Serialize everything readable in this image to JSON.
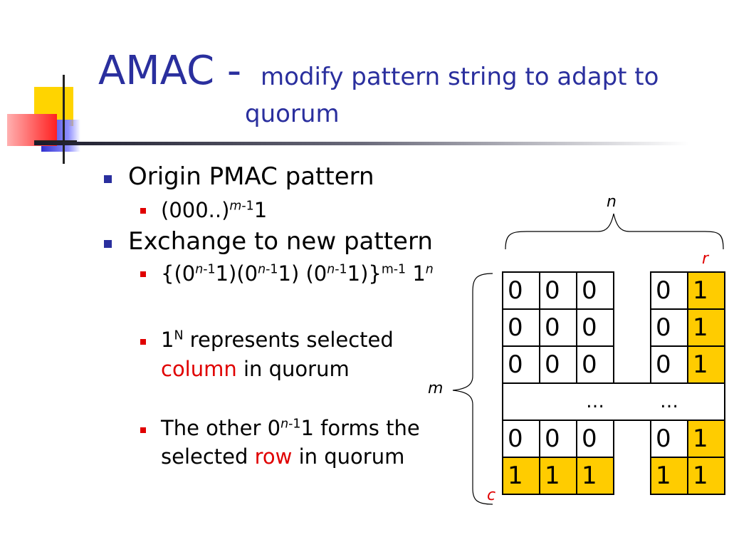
{
  "title": {
    "main": "AMAC -",
    "sub_line1": "modify pattern string to adapt to",
    "sub_line2": "quorum"
  },
  "bullets": {
    "b1": "Origin PMAC pattern",
    "b1_sub": {
      "prefix": "(000..)",
      "sup_var": "m",
      "sup_rest": "-1",
      "suffix": "1"
    },
    "b2": "Exchange to new pattern",
    "b2_sub": {
      "p1": "{(0",
      "s1_var": "n",
      "s1_rest": "-1",
      "p2": "1)(0",
      "s2_var": "n",
      "s2_rest": "-1",
      "p3": "1) (0",
      "s3_var": "n",
      "s3_rest": "-1",
      "p4": "1)}",
      "s4": "m-1",
      "p5": " 1",
      "s5_var": "n"
    },
    "b3": {
      "p1": "1",
      "sup": "N",
      "p2": " represents selected",
      "line2_red": "column",
      "line2_rest": " in quorum"
    },
    "b4": {
      "p1": "The other 0",
      "sup_var": "n",
      "sup_rest": "-1",
      "p2": "1 forms the",
      "line2_p1": "selected ",
      "line2_red": "row",
      "line2_rest": " in quorum"
    }
  },
  "diagram": {
    "label_n": "n",
    "label_r": "r",
    "label_m": "m",
    "label_c": "c",
    "rows": [
      [
        "0",
        "0",
        "0",
        "",
        "0",
        "1"
      ],
      [
        "0",
        "0",
        "0",
        "",
        "0",
        "1"
      ],
      [
        "0",
        "0",
        "0",
        "",
        "0",
        "1"
      ],
      [
        "",
        "",
        "…",
        "",
        "…",
        ""
      ],
      [
        "0",
        "0",
        "0",
        "",
        "0",
        "1"
      ],
      [
        "1",
        "1",
        "1",
        "",
        "1",
        "1"
      ]
    ],
    "colors": {
      "highlight": "#ffcc00",
      "red_label": "#e00000",
      "title_blue": "#2a2f9e"
    }
  }
}
